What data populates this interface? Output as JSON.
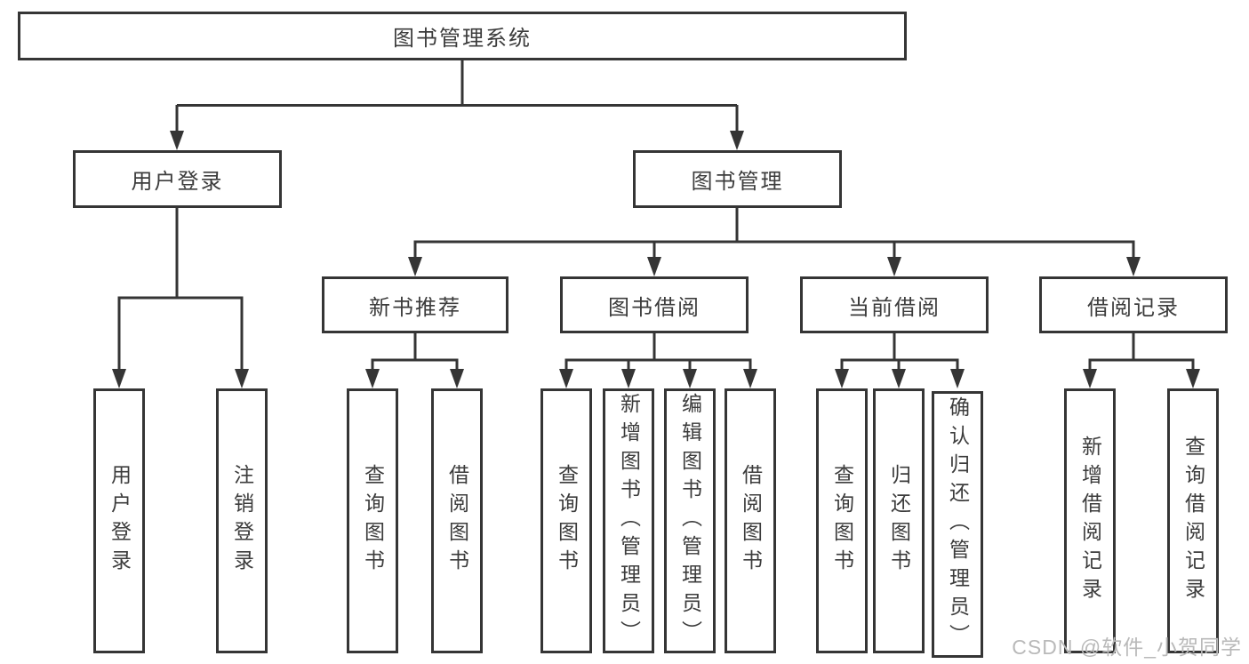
{
  "colors": {
    "line": "#353535",
    "text": "#3c3c3c",
    "box-bg": "#ffffff",
    "watermark": "#b9b9b9"
  },
  "watermark": "CSDN @软件_小贺同学",
  "tree": {
    "root": {
      "label": "图书管理系统",
      "children": [
        {
          "label": "用户登录",
          "children": [
            {
              "label": "用户登录"
            },
            {
              "label": "注销登录"
            }
          ]
        },
        {
          "label": "图书管理",
          "children": [
            {
              "label": "新书推荐",
              "children": [
                {
                  "label": "查询图书"
                },
                {
                  "label": "借阅图书"
                }
              ]
            },
            {
              "label": "图书借阅",
              "children": [
                {
                  "label": "查询图书"
                },
                {
                  "label": "新增图书（管理员）"
                },
                {
                  "label": "编辑图书（管理员）"
                },
                {
                  "label": "借阅图书"
                }
              ]
            },
            {
              "label": "当前借阅",
              "children": [
                {
                  "label": "查询图书"
                },
                {
                  "label": "归还图书"
                },
                {
                  "label": "确认归还（管理员）"
                }
              ]
            },
            {
              "label": "借阅记录",
              "children": [
                {
                  "label": "新增借阅记录"
                },
                {
                  "label": "查询借阅记录"
                }
              ]
            }
          ]
        }
      ]
    }
  }
}
